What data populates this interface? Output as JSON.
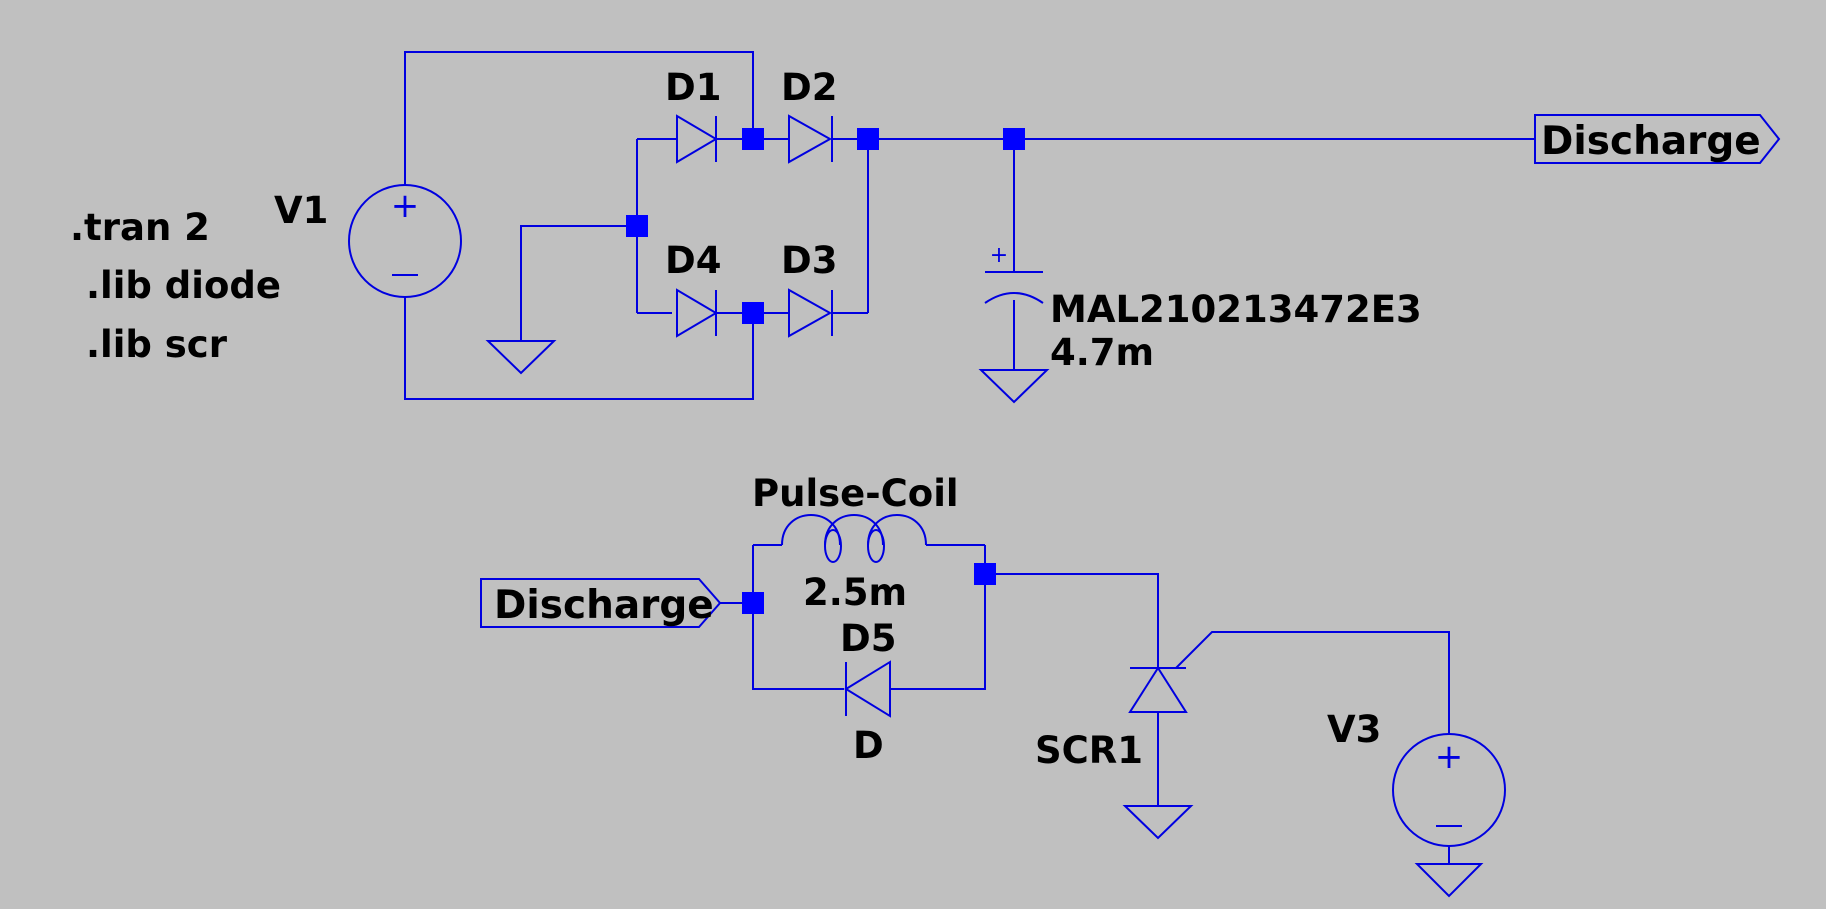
{
  "colors": {
    "background": "#c0c0c0",
    "wire": "#0000e0",
    "junction": "#0000ff",
    "text": "#000000"
  },
  "directives": {
    "tran": ".tran 2",
    "lib_diode": ".lib diode",
    "lib_scr": ".lib scr"
  },
  "components": {
    "v1": "V1",
    "d1": "D1",
    "d2": "D2",
    "d3": "D3",
    "d4": "D4",
    "cap_model": "MAL210213472E3",
    "cap_value": "4.7m",
    "coil_name": "Pulse-Coil",
    "coil_value": "2.5m",
    "d5": "D5",
    "d5_model": "D",
    "scr1": "SCR1",
    "v3": "V3"
  },
  "net_labels": {
    "discharge_out": "Discharge",
    "discharge_in": "Discharge"
  },
  "symbols": {
    "plus": "+",
    "minus": "−"
  }
}
